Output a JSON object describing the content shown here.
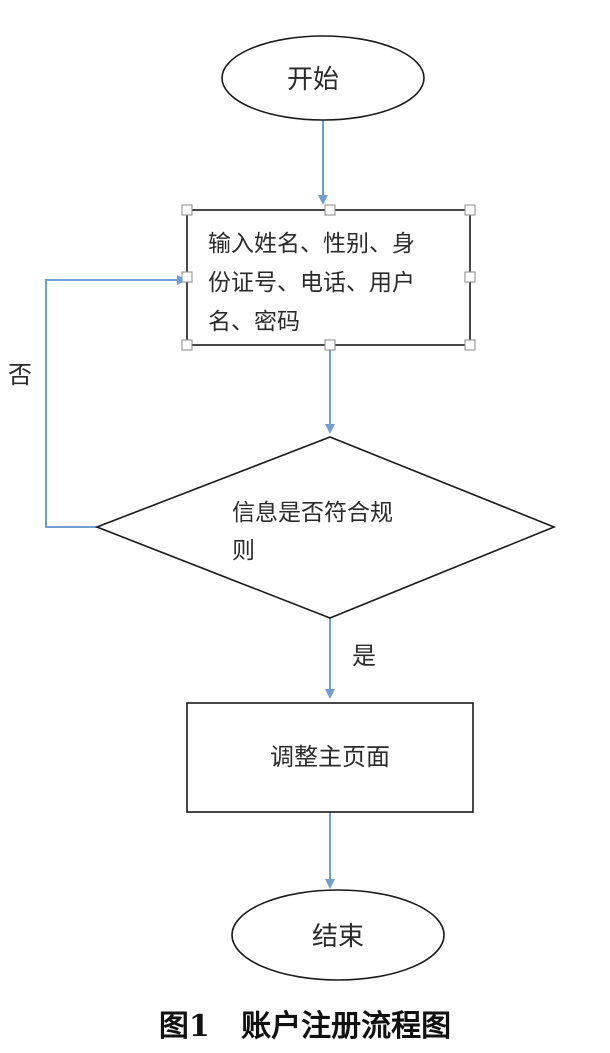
{
  "diagram": {
    "type": "flowchart",
    "nodes": {
      "start": {
        "shape": "ellipse",
        "label": "开始"
      },
      "input": {
        "shape": "rectangle",
        "label_lines": [
          "输入姓名、性别、身",
          "份证号、电话、用户",
          "名、密码"
        ],
        "selected": true
      },
      "check": {
        "shape": "diamond",
        "label_lines": [
          "信息是否符合规",
          "则"
        ]
      },
      "redirect": {
        "shape": "rectangle",
        "label": "调整主页面"
      },
      "end": {
        "shape": "ellipse",
        "label": "结束"
      }
    },
    "edges": [
      {
        "from": "start",
        "to": "input",
        "label": ""
      },
      {
        "from": "input",
        "to": "check",
        "label": ""
      },
      {
        "from": "check",
        "to": "input",
        "label": "否"
      },
      {
        "from": "check",
        "to": "redirect",
        "label": "是"
      },
      {
        "from": "redirect",
        "to": "end",
        "label": ""
      }
    ],
    "colors": {
      "connector": "#6f9fd0",
      "shape_border": "#1a1a1a",
      "text": "#2b2b2b"
    }
  },
  "caption": "图1   账户注册流程图"
}
